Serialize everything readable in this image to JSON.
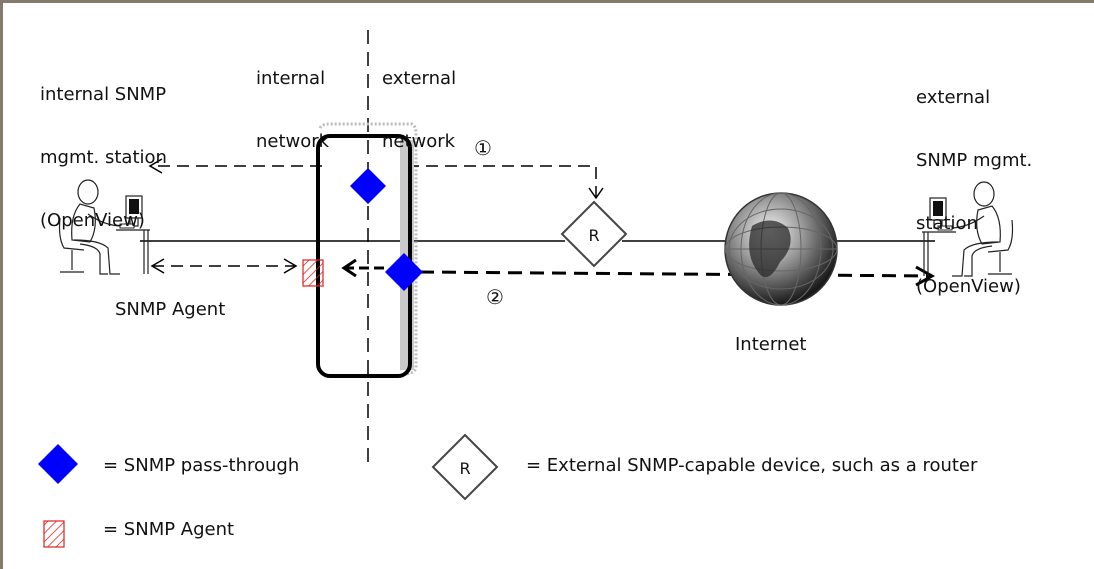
{
  "labels": {
    "internal_station": [
      "internal SNMP",
      "mgmt. station",
      "(OpenView)"
    ],
    "internal_network": [
      "internal",
      "network"
    ],
    "external_network": [
      "external",
      "network"
    ],
    "external_station": [
      "external",
      "SNMP mgmt.",
      "station",
      "(OpenView)"
    ],
    "snmp_agent": "SNMP Agent",
    "internet": "Internet",
    "router_letter": "R",
    "path_1": "①",
    "path_2": "②"
  },
  "legend": {
    "pass_through": "= SNMP pass-through",
    "external_device": "= External SNMP-capable device, such as a router",
    "external_device_letter": "R",
    "snmp_agent": "= SNMP Agent"
  },
  "colors": {
    "pass_through": "#0000ff",
    "agent": "#ff0000",
    "frame": "#857a6c"
  }
}
